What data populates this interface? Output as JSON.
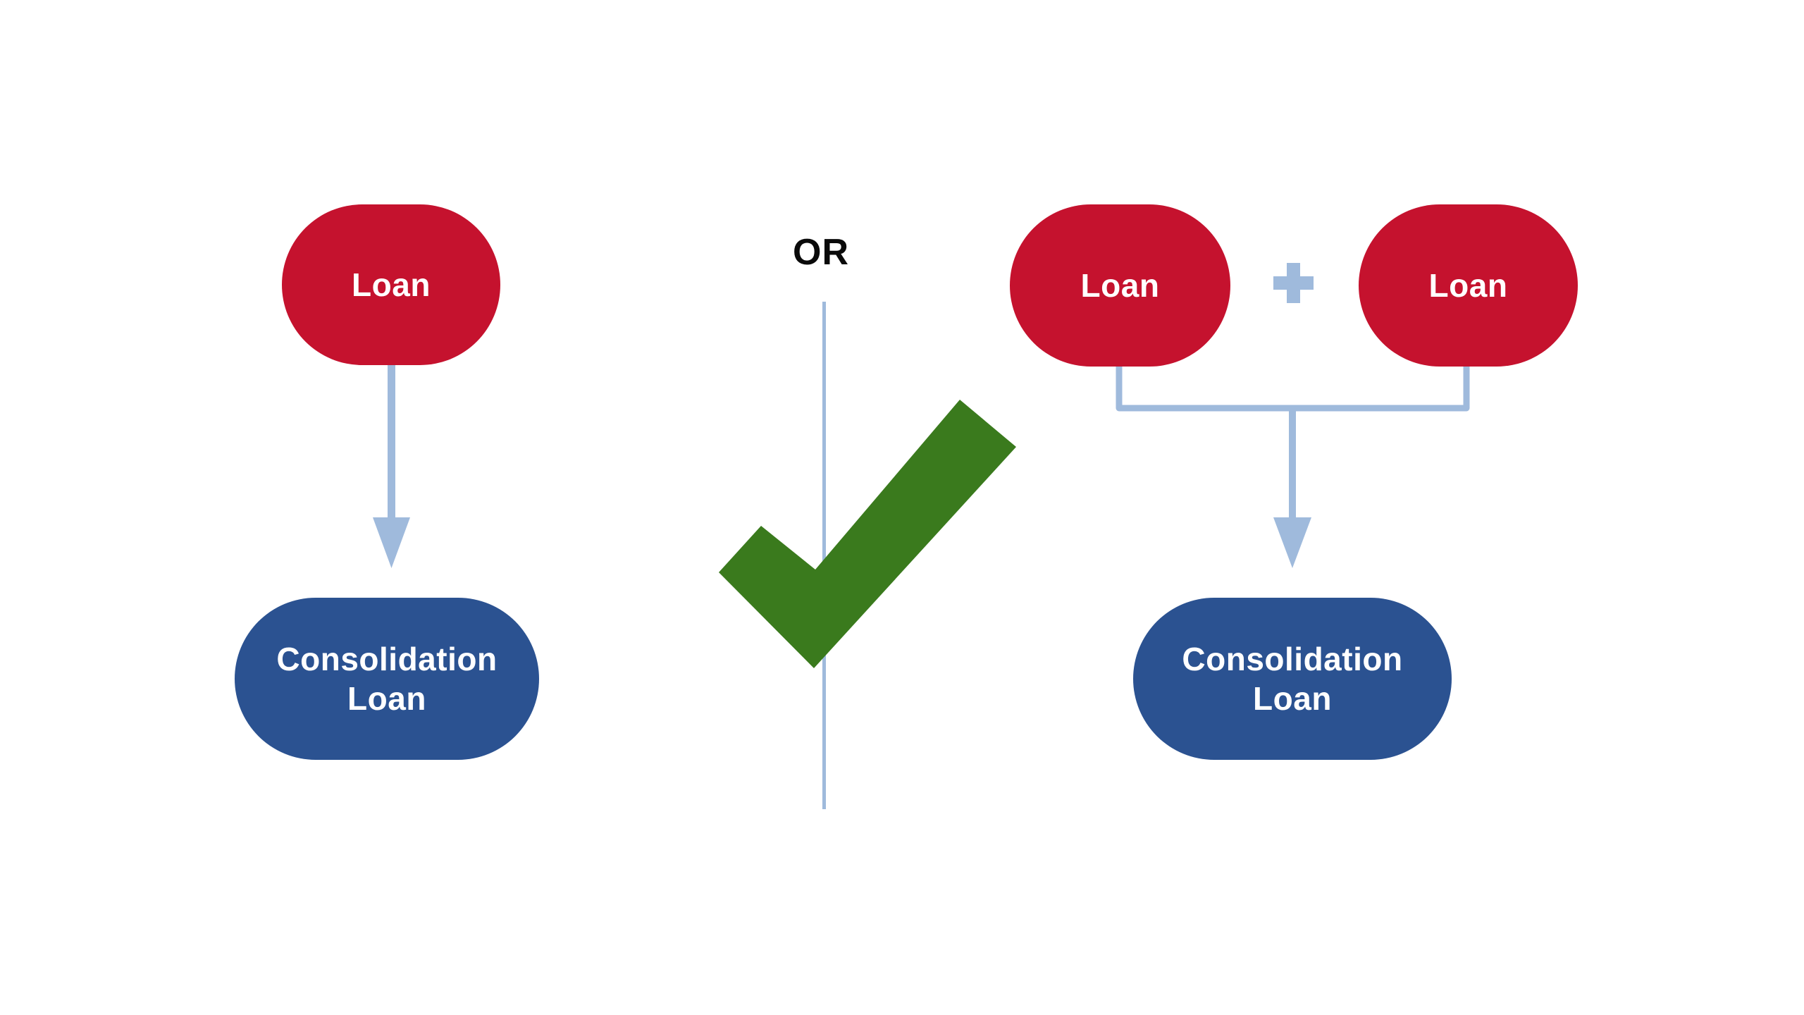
{
  "colors": {
    "red": "#C5122E",
    "darkblue": "#2B5291",
    "lightblue": "#9FBADC",
    "green": "#3A7A1D",
    "ink": "#0A0A0A",
    "bg": "#FFFFFF"
  },
  "left_flow": {
    "loan": {
      "label": "Loan"
    },
    "arrow_icon": "arrow-down-icon",
    "consolidation": {
      "label": "Consolidation Loan"
    }
  },
  "divider": {
    "or": "OR",
    "line_icon": "divider-line",
    "check_icon": "checkmark-icon"
  },
  "right_flow": {
    "loan_a": {
      "label": "Loan"
    },
    "plus_icon": "plus-icon",
    "loan_b": {
      "label": "Loan"
    },
    "merge_icon": "merge-bracket",
    "arrow_icon": "arrow-down-icon",
    "consolidation": {
      "label": "Consolidation Loan"
    }
  }
}
